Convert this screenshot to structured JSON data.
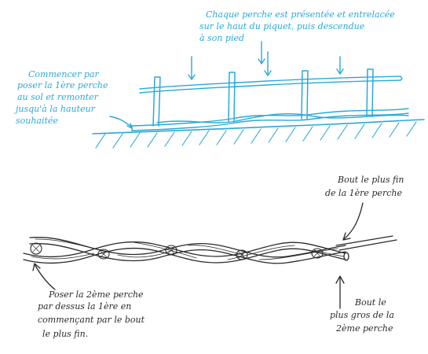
{
  "colors": {
    "blue": "#29a9d9",
    "ink": "#2a2a2a",
    "paper": "#ffffff"
  },
  "top_section": {
    "note_start": [
      "Commencer par",
      "poser la 1ère perche",
      "au sol et remonter",
      "jusqu'à la hauteur",
      "souhaitée"
    ],
    "note_top": [
      "Chaque perche est présentée et entrelacée",
      "sur le haut du piquet, puis descendue",
      "à son pied"
    ]
  },
  "bottom_section": {
    "note_thin_end": [
      "Bout le plus fin",
      "de la 1ère perche"
    ],
    "note_second_pole": [
      "Poser la 2ème perche",
      "par dessus la 1ère en",
      "commençant par le bout",
      "le plus fin."
    ],
    "note_thick_end": [
      "Bout le",
      "plus gros de la",
      "2ème perche"
    ]
  }
}
